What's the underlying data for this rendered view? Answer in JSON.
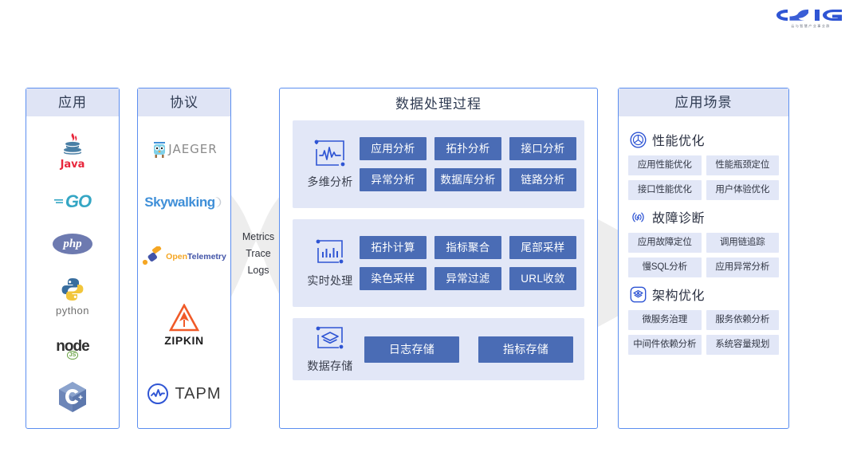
{
  "logo": {
    "name": "csig-logo",
    "wordmark": "CSIG",
    "subtitle": "云与智慧产业事业群",
    "color": "#2f55d4"
  },
  "columns": {
    "application": {
      "title": "应用",
      "items": [
        {
          "name": "java-logo",
          "label": "Java"
        },
        {
          "name": "go-logo",
          "label": "GO"
        },
        {
          "name": "php-logo",
          "label": "php"
        },
        {
          "name": "python-logo",
          "label": "python"
        },
        {
          "name": "nodejs-logo",
          "label": "node",
          "sub": "JS"
        },
        {
          "name": "cpp-logo",
          "label": "C++"
        }
      ]
    },
    "protocol": {
      "title": "协议",
      "items": [
        {
          "name": "jaeger-logo",
          "label": "JAEGER"
        },
        {
          "name": "skywalking-logo",
          "label": "Skywalking"
        },
        {
          "name": "opentelemetry-logo",
          "label": "OpenTelemetry",
          "part1": "Open",
          "part2": "Telemetry"
        },
        {
          "name": "zipkin-logo",
          "label": "ZIPKIN"
        },
        {
          "name": "tapm-logo",
          "label": "TAPM"
        }
      ]
    }
  },
  "connector": {
    "lines": [
      "Metrics",
      "Trace",
      "Logs"
    ]
  },
  "pipeline": {
    "title": "数据处理过程",
    "groups": [
      {
        "icon": "multi-dimension-analysis-icon",
        "label": "多维分析",
        "chips": [
          "应用分析",
          "拓扑分析",
          "接口分析",
          "异常分析",
          "数据库分析",
          "链路分析"
        ]
      },
      {
        "icon": "realtime-processing-icon",
        "label": "实时处理",
        "chips": [
          "拓扑计算",
          "指标聚合",
          "尾部采样",
          "染色采样",
          "异常过滤",
          "URL收敛"
        ]
      },
      {
        "icon": "data-storage-icon",
        "label": "数据存储",
        "chips": [
          "日志存储",
          "指标存储"
        ]
      }
    ]
  },
  "scenarios": {
    "title": "应用场景",
    "sections": [
      {
        "icon": "performance-optimization-icon",
        "label": "性能优化",
        "tags": [
          "应用性能优化",
          "性能瓶颈定位",
          "接口性能优化",
          "用户体验优化"
        ]
      },
      {
        "icon": "fault-diagnosis-icon",
        "label": "故障诊断",
        "tags": [
          "应用故障定位",
          "调用链追踪",
          "慢SQL分析",
          "应用异常分析"
        ]
      },
      {
        "icon": "architecture-optimization-icon",
        "label": "架构优化",
        "tags": [
          "微服务治理",
          "服务依赖分析",
          "中间件依赖分析",
          "系统容量规划"
        ]
      }
    ]
  },
  "theme": {
    "panel_border": "#5b8ef0",
    "header_bg": "#dfe4f5",
    "group_bg": "#e2e7f7",
    "chip_bg": "#4a6cb5",
    "accent": "#3f6fd4"
  }
}
